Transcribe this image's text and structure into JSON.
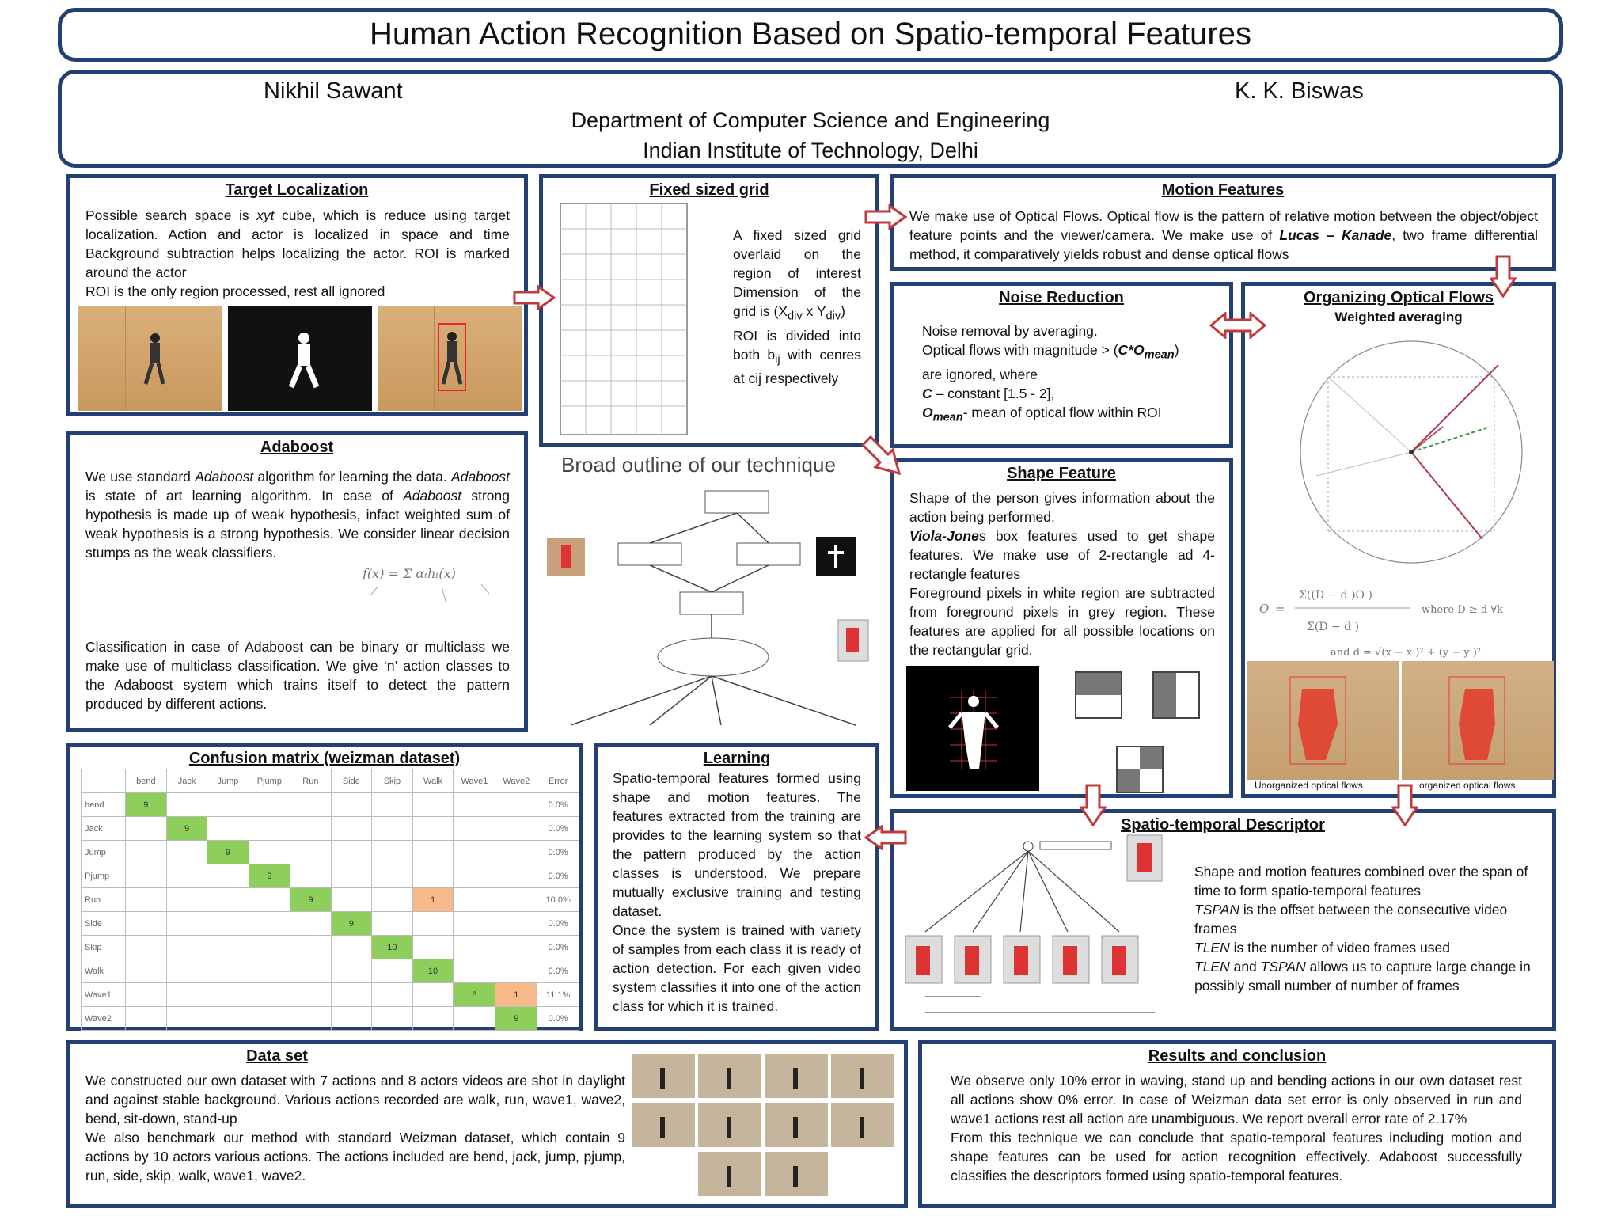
{
  "header": {
    "title": "Human Action Recognition Based on Spatio-temporal Features",
    "author1": "Nikhil Sawant",
    "author2": "K. K. Biswas",
    "dept": "Department of Computer Science and Engineering",
    "inst": "Indian Institute of Technology, Delhi"
  },
  "target": {
    "title": "Target Localization",
    "p1_a": "Possible search space is ",
    "p1_em": "xyt",
    "p1_b": " cube, which is reduce using target localization. Action and actor is localized in space and time Background subtraction helps localizing the actor. ROI is marked around the actor",
    "p2": "ROI is the only region processed, rest all ignored"
  },
  "grid": {
    "title": "Fixed sized grid",
    "text_a": "A fixed sized grid overlaid on the region of interest Dimension of the grid is (X",
    "sub1": "div",
    "text_b": " x Y",
    "sub2": "div",
    "text_c": ")",
    "text_d": "ROI is divided into both b",
    "sub3": "ij",
    "text_e": " with cenres at cij respectively"
  },
  "motion": {
    "title": "Motion Features",
    "text_a": "We make use of Optical Flows. Optical flow is the pattern of relative motion between the object/object feature points and the viewer/camera. We make use of ",
    "text_b": "Lucas – Kanade",
    "text_c": ", two frame differential method, it comparatively yields robust and dense optical flows"
  },
  "noise": {
    "title": "Noise Reduction",
    "l1": "Noise removal by averaging.",
    "l2_a": "Optical flows with magnitude > (",
    "l2_b": "C*O",
    "l2_sub": "mean",
    "l2_c": ")",
    "l3": "are ignored, where",
    "l4_a": "C",
    "l4_b": " – constant [1.5 - 2],",
    "l5_a": "O",
    "l5_sub": "mean",
    "l5_b": "- mean of optical flow within ROI"
  },
  "organize": {
    "title": "Organizing Optical Flows",
    "subtitle": "Weighted averaging",
    "cap1": "Unorganized optical flows",
    "cap2": "organized optical flows"
  },
  "adaboost": {
    "title": "Adaboost",
    "p1_a": "We use standard ",
    "p1_em1": "Adaboost",
    "p1_b": " algorithm for learning the data. ",
    "p1_em2": "Adaboost",
    "p1_c": " is state of art learning algorithm. In case of ",
    "p1_em3": "Adaboost",
    "p1_d": " strong hypothesis is made up of  weak hypothesis, infact weighted sum of weak hypothesis is a strong hypothesis. We consider linear decision stumps as the weak classifiers.",
    "p2": "Classification in case of Adaboost can be binary or multiclass we make use of multiclass classification. We give ‘n’ action classes to the Adaboost system which trains itself to detect the pattern produced by different actions."
  },
  "outline": {
    "title": "Broad outline of our technique"
  },
  "shape": {
    "title": "Shape Feature",
    "p1": "Shape of the person gives information about the action being performed.",
    "p2_a": "Viola-Jone",
    "p2_b": "s box features used to get shape features. We make use of 2-rectangle ad 4-rectangle features",
    "p3": "Foreground pixels in white region are subtracted from foreground pixels in grey region. These features are applied for all possible locations on the rectangular grid."
  },
  "confusion": {
    "title": "Confusion matrix (weizman dataset)",
    "headers": [
      "",
      "bend",
      "Jack",
      "Jump",
      "Pjump",
      "Run",
      "Side",
      "Skip",
      "Walk",
      "Wave1",
      "Wave2",
      "Error"
    ],
    "rows": [
      [
        "bend",
        "9",
        "",
        "",
        "",
        "",
        "",
        "",
        "",
        "",
        "",
        "0.0%"
      ],
      [
        "Jack",
        "",
        "9",
        "",
        "",
        "",
        "",
        "",
        "",
        "",
        "",
        "0.0%"
      ],
      [
        "Jump",
        "",
        "",
        "9",
        "",
        "",
        "",
        "",
        "",
        "",
        "",
        "0.0%"
      ],
      [
        "Pjump",
        "",
        "",
        "",
        "9",
        "",
        "",
        "",
        "",
        "",
        "",
        "0.0%"
      ],
      [
        "Run",
        "",
        "",
        "",
        "",
        "9",
        "",
        "",
        "1",
        "",
        "",
        "10.0%"
      ],
      [
        "Side",
        "",
        "",
        "",
        "",
        "",
        "9",
        "",
        "",
        "",
        "",
        "0.0%"
      ],
      [
        "Skip",
        "",
        "",
        "",
        "",
        "",
        "",
        "10",
        "",
        "",
        "",
        "0.0%"
      ],
      [
        "Walk",
        "",
        "",
        "",
        "",
        "",
        "",
        "",
        "10",
        "",
        "",
        "0.0%"
      ],
      [
        "Wave1",
        "",
        "",
        "",
        "",
        "",
        "",
        "",
        "",
        "8",
        "1",
        "11.1%"
      ],
      [
        "Wave2",
        "",
        "",
        "",
        "",
        "",
        "",
        "",
        "",
        "",
        "9",
        "0.0%"
      ]
    ]
  },
  "learning": {
    "title": "Learning",
    "p1": "Spatio-temporal features formed using shape and motion features. The features extracted from the training are provides to the learning system so that the pattern produced by the action classes is understood. We prepare mutually exclusive training and testing dataset.",
    "p2": "Once the system is trained with variety of samples from each class it is ready of action detection. For each given video system classifies it into one of the action class for which it is trained."
  },
  "descriptor": {
    "title": "Spatio-temporal Descriptor",
    "l1": "Shape and motion features combined over the span of time to form spatio-temporal features",
    "l2_em": "TSPAN",
    "l2": " is the offset between the consecutive video frames",
    "l3_em": "TLEN",
    "l3": " is the number of video frames used",
    "l4_em1": "TLEN",
    "l4_a": " and ",
    "l4_em2": "TSPAN",
    "l4_b": " allows us to capture large change in possibly small number of number of frames"
  },
  "dataset": {
    "title": "Data set",
    "p1": "We constructed our own dataset with 7 actions and 8 actors videos are shot in daylight and against stable background. Various actions recorded are walk, run, wave1, wave2, bend, sit-down, stand-up",
    "p2": "We also benchmark our method with standard Weizman dataset, which contain 9 actions by 10 actors various actions. The actions included are bend, jack, jump, pjump, run, side, skip, walk, wave1, wave2."
  },
  "results": {
    "title": "Results and conclusion",
    "p1": "We observe only 10% error in waving, stand up and bending actions in our own dataset rest all actions show 0% error. In case of Weizman data set error is only observed in run and wave1 actions rest all action are unambiguous. We report overall error rate of 2.17%",
    "p2": "From this technique we can conclude that spatio-temporal features including motion and shape features can be used  for action recognition effectively. Adaboost successfully classifies the descriptors formed using spatio-temporal features."
  },
  "colors": {
    "border": "#243f73",
    "arrow": "#c0393b",
    "green": "#8dcf5a",
    "orange": "#f7b98a"
  }
}
